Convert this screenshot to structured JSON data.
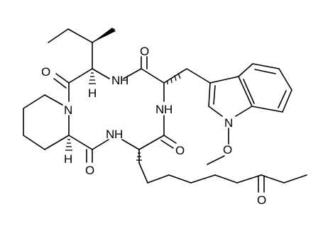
{
  "molecule": {
    "atoms": {
      "n_ring": "N",
      "nh_top": "N",
      "h_top": "H",
      "nh_top_right": "N",
      "h_top_right": "H",
      "nh_bottom": "N",
      "h_bottom": "H",
      "n_indole": "N",
      "o_top_left": "O",
      "o_top_middle": "O",
      "o_right": "O",
      "o_bottom_left": "O",
      "o_methoxy": "O",
      "o_ketone": "O",
      "h_stereo_top": "H",
      "h_stereo_bottom": "H"
    }
  }
}
